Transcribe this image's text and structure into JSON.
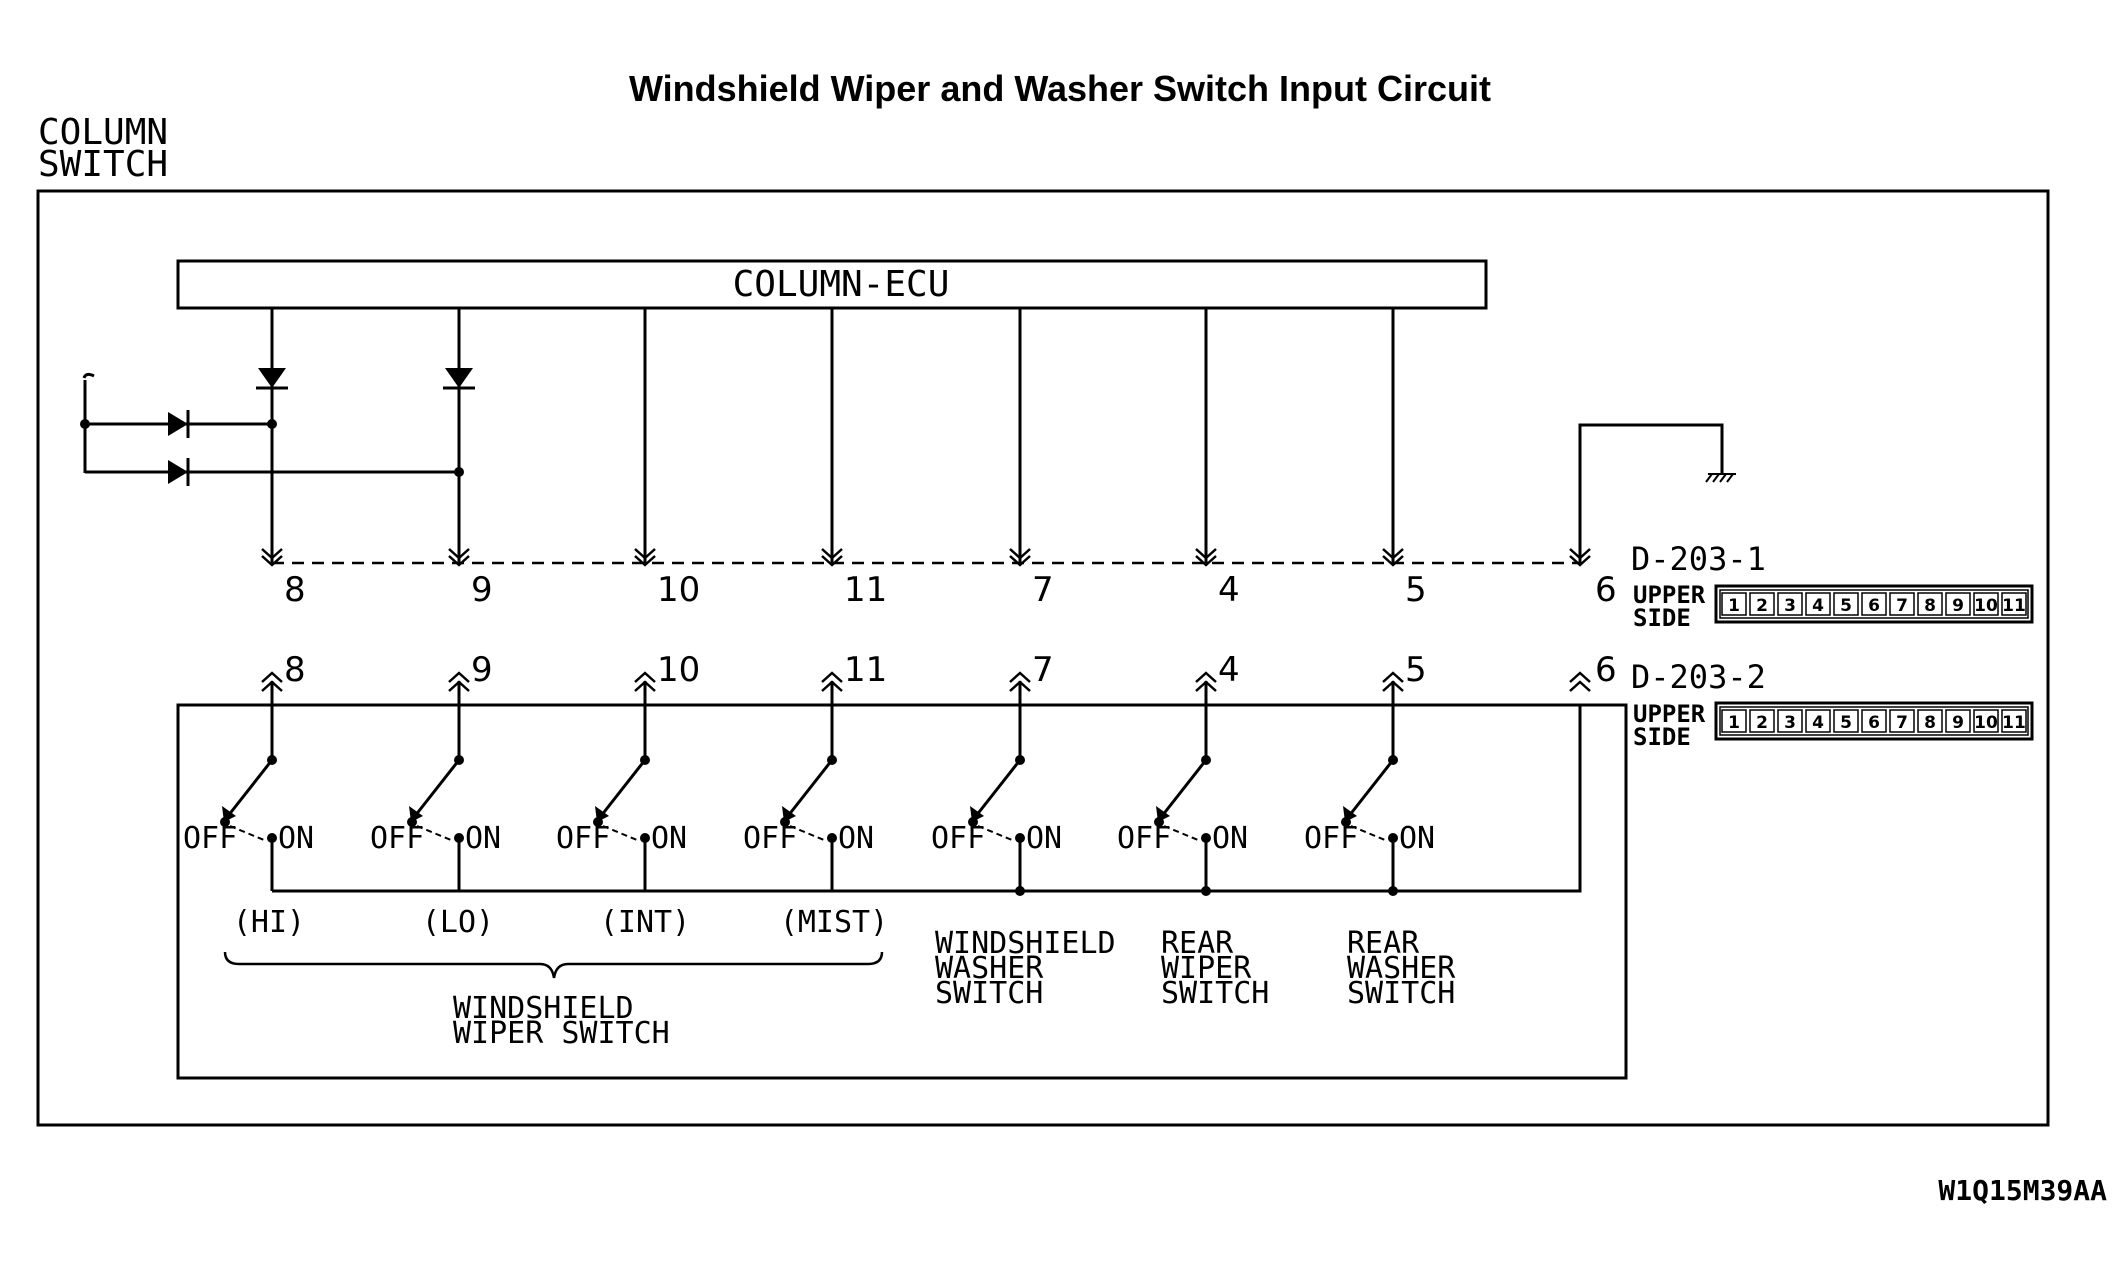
{
  "title": "Windshield Wiper and Washer Switch Input Circuit",
  "column_switch": [
    "COLUMN",
    "SWITCH"
  ],
  "ecu_label": "COLUMN-ECU",
  "connectors": [
    {
      "name": "D-203-1",
      "side": [
        "UPPER",
        "SIDE"
      ],
      "pins": [
        "1",
        "2",
        "3",
        "4",
        "5",
        "6",
        "7",
        "8",
        "9",
        "10",
        "11"
      ]
    },
    {
      "name": "D-203-2",
      "side": [
        "UPPER",
        "SIDE"
      ],
      "pins": [
        "1",
        "2",
        "3",
        "4",
        "5",
        "6",
        "7",
        "8",
        "9",
        "10",
        "11"
      ]
    }
  ],
  "lines": [
    {
      "pin": "8"
    },
    {
      "pin": "9"
    },
    {
      "pin": "10"
    },
    {
      "pin": "11"
    },
    {
      "pin": "7"
    },
    {
      "pin": "4"
    },
    {
      "pin": "5"
    }
  ],
  "ground_pin": "6",
  "switch_off": "OFF",
  "switch_on": "ON",
  "positions": [
    "(HI)",
    "(LO)",
    "(INT)",
    "(MIST)"
  ],
  "wiper_switch_label": [
    "WINDSHIELD",
    "WIPER SWITCH"
  ],
  "other_switches": [
    [
      "WINDSHIELD",
      "WASHER",
      "SWITCH"
    ],
    [
      "REAR",
      "WIPER",
      "SWITCH"
    ],
    [
      "REAR",
      "WASHER",
      "SWITCH"
    ]
  ],
  "figure_code": "W1Q15M39AA"
}
